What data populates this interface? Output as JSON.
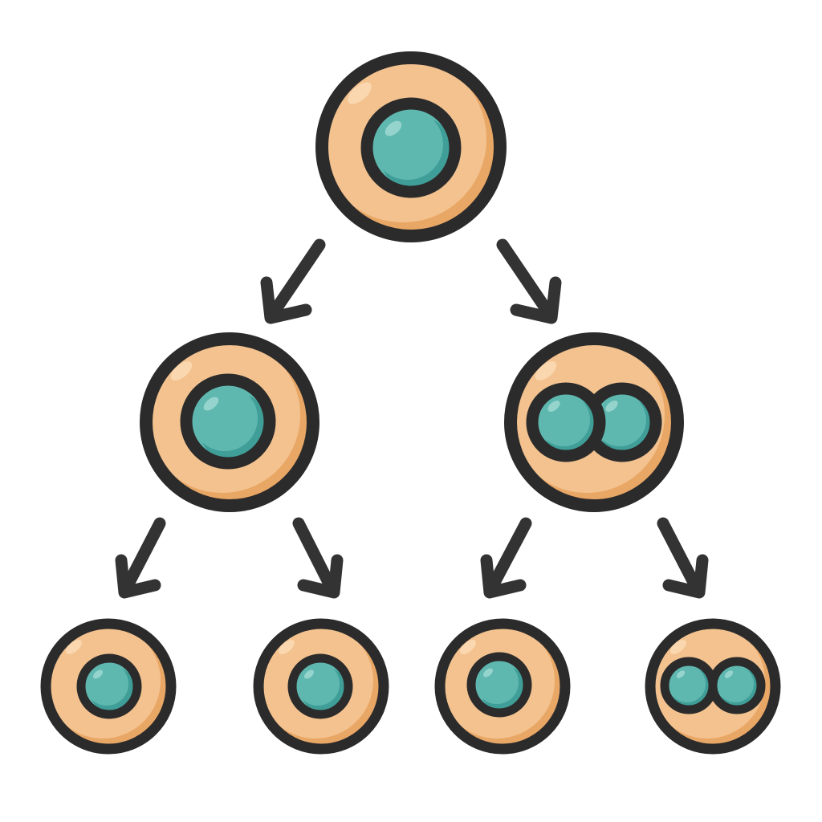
{
  "diagram": {
    "type": "cell-division-tree",
    "colors": {
      "cytoplasm": "#f3c28f",
      "cytoplasm_shade": "#e9a766",
      "cytoplasm_highlight": "#fbd9b3",
      "nucleus": "#5fb8b0",
      "nucleus_shade": "#3f9f98",
      "nucleus_highlight": "#9fd8d2",
      "outline": "#2b2b2b",
      "arrow": "#333333",
      "background": "#ffffff"
    },
    "levels": [
      {
        "level": 1,
        "cells": [
          {
            "id": "root-cell",
            "nuclei": 1
          }
        ]
      },
      {
        "level": 2,
        "cells": [
          {
            "id": "mid-left-cell",
            "nuclei": 1
          },
          {
            "id": "mid-right-cell",
            "nuclei": 2
          }
        ]
      },
      {
        "level": 3,
        "cells": [
          {
            "id": "bottom-cell-1",
            "nuclei": 1
          },
          {
            "id": "bottom-cell-2",
            "nuclei": 1
          },
          {
            "id": "bottom-cell-3",
            "nuclei": 1
          },
          {
            "id": "bottom-cell-4",
            "nuclei": 2
          }
        ]
      }
    ],
    "edges": [
      {
        "from": "root-cell",
        "to": "mid-left-cell"
      },
      {
        "from": "root-cell",
        "to": "mid-right-cell"
      },
      {
        "from": "mid-left-cell",
        "to": "bottom-cell-1"
      },
      {
        "from": "mid-left-cell",
        "to": "bottom-cell-2"
      },
      {
        "from": "mid-right-cell",
        "to": "bottom-cell-3"
      },
      {
        "from": "mid-right-cell",
        "to": "bottom-cell-4"
      }
    ]
  }
}
